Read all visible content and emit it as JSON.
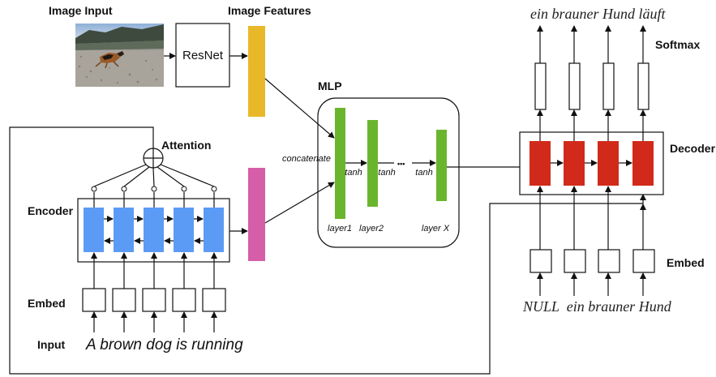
{
  "labels": {
    "image_input": "Image Input",
    "image_features": "Image Features",
    "resnet": "ResNet",
    "mlp": "MLP",
    "attention": "Attention",
    "concatenate": "concatenate",
    "encoder": "Encoder",
    "decoder": "Decoder",
    "softmax": "Softmax",
    "embed_left": "Embed",
    "embed_right": "Embed",
    "input": "Input",
    "tanh1": "tanh",
    "tanh2": "tanh",
    "tanh3": "tanh",
    "ellipsis": "•••",
    "layer1": "layer1",
    "layer2": "layer2",
    "layerx": "layer X"
  },
  "sentences": {
    "input_sentence": "A brown dog is running",
    "output_sentence": "ein brauner Hund läuft",
    "decoder_input": "NULL  ein brauner Hund"
  },
  "colors": {
    "image_features_bar": "#E8B829",
    "attention_vector_bar": "#D65EA8",
    "mlp_layer": "#6BB52E",
    "encoder_cell": "#5B9BF5",
    "decoder_cell": "#D12A1A"
  }
}
